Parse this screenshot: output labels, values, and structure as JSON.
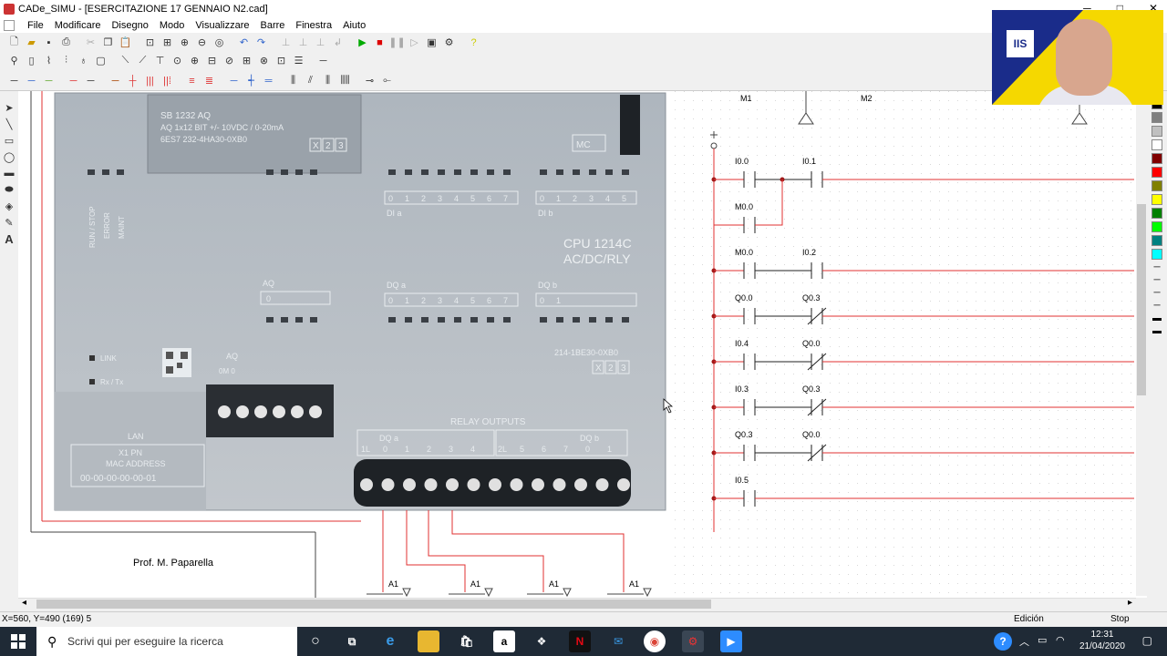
{
  "window": {
    "title": "CADe_SIMU - [ESERCITAZIONE 17 GENNAIO N2.cad]",
    "controls": [
      "─",
      "□",
      "✕"
    ]
  },
  "menu": [
    "File",
    "Modificare",
    "Disegno",
    "Modo",
    "Visualizzare",
    "Barre",
    "Finestra",
    "Aiuto"
  ],
  "plc": {
    "aq_module": "SB 1232 AQ",
    "aq_spec": "AQ 1x12 BIT +/- 10VDC / 0-20mA",
    "aq_code": "6ES7 232-4HA30-0XB0",
    "x_labels": [
      "X",
      "2",
      "3"
    ],
    "di_label_a": "DI a",
    "di_label_b": "DI b",
    "di_a_nums": [
      "0",
      "1",
      "2",
      "3",
      "4",
      "5",
      "6",
      "7"
    ],
    "di_b_nums": [
      "0",
      "1",
      "2",
      "3",
      "4",
      "5"
    ],
    "cpu_model": "CPU 1214C",
    "cpu_type": "AC/DC/RLY",
    "dq_label_a": "DQ a",
    "dq_label_b": "DQ b",
    "dq_a_nums": [
      "0",
      "1",
      "2",
      "3",
      "4",
      "5",
      "6",
      "7"
    ],
    "dq_b_nums": [
      "0",
      "1"
    ],
    "aq_label": "AQ",
    "aq_zero": "0",
    "cpu_code": "214-1BE30-0XB0",
    "status_leds": [
      "RUN / STOP",
      "ERROR",
      "MAINT"
    ],
    "link": "LINK",
    "rxtx": "Rx / Tx",
    "aq_terminal_label": "AQ",
    "aq_terminal_sub": "0M  0",
    "lan": "LAN",
    "x1_pn": "X1  PN",
    "mac_label": "MAC ADDRESS",
    "mac": "00-00-00-00-00-01",
    "relay_outputs": "RELAY OUTPUTS",
    "dq_bottom_a": "DQ a",
    "dq_bottom_b": "DQ b",
    "relay_nums_a": [
      "1L",
      "0",
      "1",
      "2",
      "3",
      "4"
    ],
    "relay_nums_b": [
      "2L",
      "5",
      "6",
      "7",
      "0",
      "1"
    ],
    "mc_label": "MC",
    "top_label": "DI b"
  },
  "author": "Prof. M. Paparella",
  "ladder": {
    "top_labels": [
      "M1",
      "M2"
    ],
    "rungs": [
      {
        "a": "I0.0",
        "b": "I0.1",
        "b_type": "NO",
        "branch": "M0.0"
      },
      {
        "a": "M0.0",
        "b": "I0.2",
        "b_type": "NO"
      },
      {
        "a": "Q0.0",
        "b": "Q0.3",
        "b_type": "NC"
      },
      {
        "a": "I0.4",
        "b": "Q0.0",
        "b_type": "NC"
      },
      {
        "a": "I0.3",
        "b": "Q0.3",
        "b_type": "NC"
      },
      {
        "a": "Q0.3",
        "b": "Q0.0",
        "b_type": "NC"
      },
      {
        "a": "I0.5",
        "b": null
      }
    ]
  },
  "coils": [
    "A1",
    "A1",
    "A1",
    "A1"
  ],
  "status": {
    "coords": "X=560, Y=490 (169) 5",
    "mode": "Edición",
    "state": "Stop"
  },
  "taskbar": {
    "search_placeholder": "Scrivi qui per eseguire la ricerca",
    "time": "12:31",
    "date": "21/04/2020"
  },
  "webcam": {
    "logo": "IIS"
  },
  "colors": {
    "wire": "#e03030",
    "palette": [
      "#000000",
      "#808080",
      "#c0c0c0",
      "#ffffff",
      "#800000",
      "#ff0000",
      "#808000",
      "#ffff00",
      "#008000",
      "#00ff00",
      "#008080",
      "#00ffff"
    ]
  }
}
